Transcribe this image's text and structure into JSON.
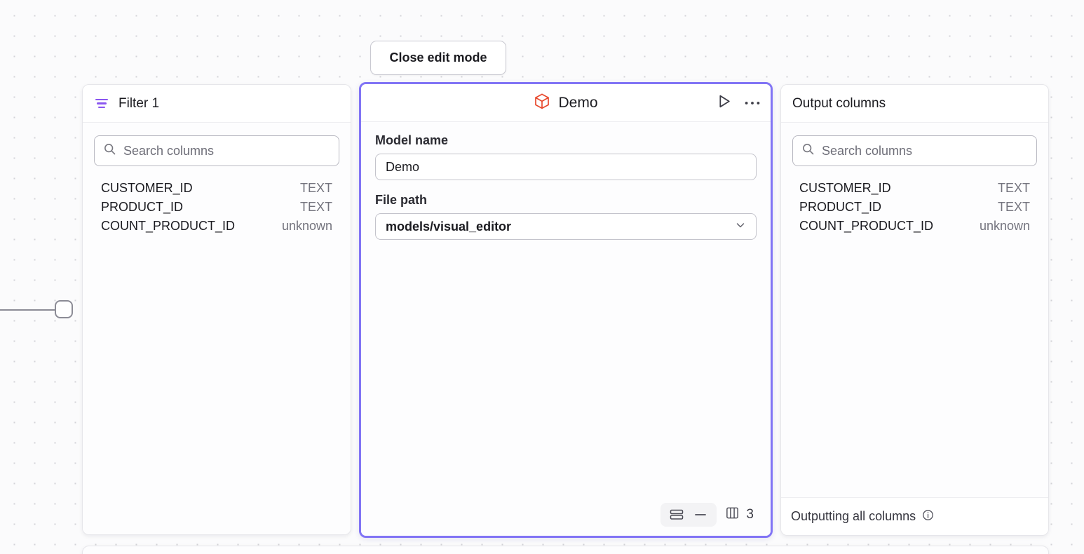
{
  "canvas": {
    "background_color": "#fbfbfc",
    "grid_dot_color": "#d3d3d8",
    "accent_color": "#8174f5",
    "filter_icon_color": "#8a56f0",
    "model_icon_color": "#e8492e"
  },
  "toolbar": {
    "close_edit_mode_label": "Close edit mode"
  },
  "left_panel": {
    "title": "Filter 1",
    "icon": "filter-icon",
    "search": {
      "placeholder": "Search columns",
      "value": "",
      "icon": "search-icon"
    },
    "columns": [
      {
        "name": "CUSTOMER_ID",
        "type": "TEXT"
      },
      {
        "name": "PRODUCT_ID",
        "type": "TEXT"
      },
      {
        "name": "COUNT_PRODUCT_ID",
        "type": "unknown"
      }
    ]
  },
  "center_panel": {
    "title": "Demo",
    "icon": "cube-icon",
    "run_icon": "play-icon",
    "more_icon": "ellipsis-icon",
    "fields": {
      "model_name_label": "Model name",
      "model_name_value": "Demo",
      "file_path_label": "File path",
      "file_path_value": "models/visual_editor",
      "file_path_chevron": "chevron-down-icon"
    },
    "footer": {
      "rows_icon": "rows-layout-icon",
      "collapse_icon": "minus-icon",
      "columns_icon": "columns-layout-icon",
      "column_count": "3"
    }
  },
  "right_panel": {
    "title": "Output columns",
    "search": {
      "placeholder": "Search columns",
      "value": "",
      "icon": "search-icon"
    },
    "columns": [
      {
        "name": "CUSTOMER_ID",
        "type": "TEXT"
      },
      {
        "name": "PRODUCT_ID",
        "type": "TEXT"
      },
      {
        "name": "COUNT_PRODUCT_ID",
        "type": "unknown"
      }
    ],
    "footer": {
      "label": "Outputting all columns",
      "info_icon": "info-icon"
    }
  }
}
